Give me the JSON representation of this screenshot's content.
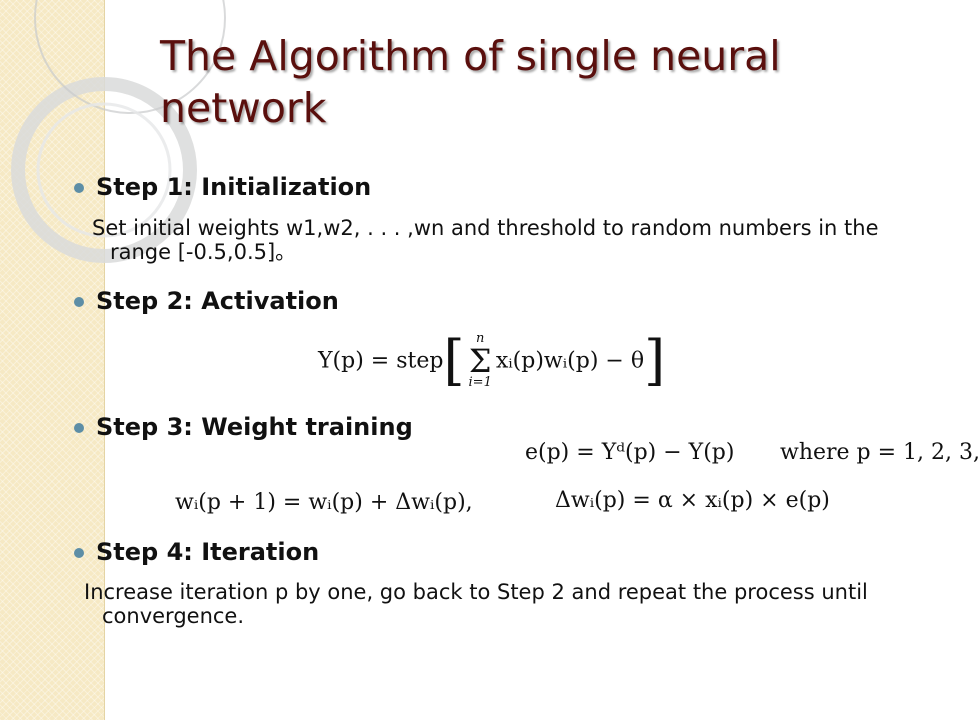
{
  "title": "The Algorithm of single neural network",
  "steps": [
    {
      "heading": "Step 1: Initialization",
      "text": "Set initial weights w1,w2, . . . ,wn and threshold  to random numbers in the range [-0.5,0.5]。"
    },
    {
      "heading": "Step 2: Activation"
    },
    {
      "heading": "Step 3: Weight training"
    },
    {
      "heading": "Step 4: Iteration",
      "text": "Increase iteration p by one, go back to Step 2 and repeat the process until convergence."
    }
  ],
  "formulas": {
    "activation_lhs": "Y(p) = step",
    "activation_sum_top": "n",
    "activation_sum_bottom": "i=1",
    "activation_body": "xᵢ(p)wᵢ(p) − θ",
    "error": "e(p) = Yᵈ(p) − Y(p)",
    "where": "where p = 1, 2, 3,",
    "weight_update": "wᵢ(p + 1) = wᵢ(p) + Δwᵢ(p),",
    "delta": "Δwᵢ(p) = α × xᵢ(p) × e(p)"
  },
  "colors": {
    "title": "#5a0f0d",
    "bullet": "#5d8ea6",
    "side_strip": "#f6e9c4"
  }
}
